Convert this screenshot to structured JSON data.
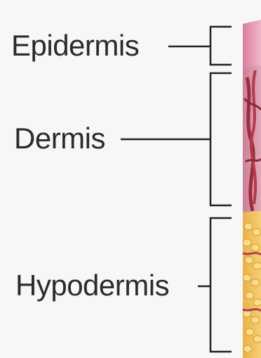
{
  "labels": {
    "epidermis": "Epidermis",
    "dermis": "Dermis",
    "hypodermis": "Hypodermis"
  },
  "colors": {
    "background": "#f7f7f7",
    "text": "#2b2b2b",
    "epidermis": "#e9a0b8",
    "dermis": "#d48aa6",
    "vessel": "#9b2d3e",
    "fat": "#f2c35c"
  }
}
